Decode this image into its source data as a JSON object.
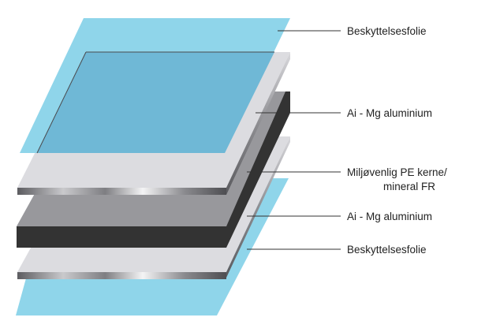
{
  "layers": [
    {
      "label": "Beskyttelsesfolie",
      "color": "#8fd5ea"
    },
    {
      "label": "Ai - Mg aluminium",
      "color": "#dddde0"
    },
    {
      "label_line1": "Miljøvenlig PE kerne/",
      "label_line2": "mineral FR",
      "color": "#9a9a9e"
    },
    {
      "label": "Ai - Mg aluminium",
      "color": "#dddde0"
    },
    {
      "label": "Beskyttelsesfolie",
      "color": "#8fd5ea"
    }
  ],
  "colors": {
    "folie": "#8fd5ea",
    "folie_overlay": "#6fb8d6",
    "aluminium_face": "#dcdce0",
    "aluminium_edge": "#7a7a7e",
    "core_face": "#98989c",
    "core_edge": "#333333",
    "leader": "#333333"
  }
}
